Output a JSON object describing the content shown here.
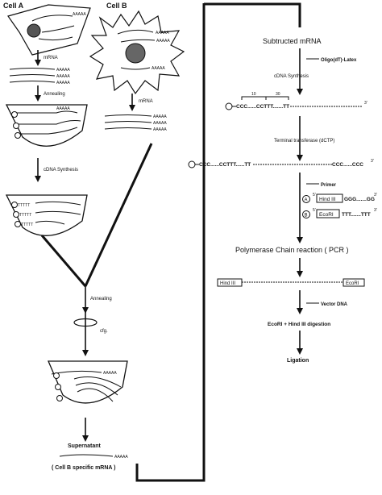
{
  "left": {
    "cell_a": "Cell A",
    "cell_b": "Cell B",
    "mrna_a": "mRNA",
    "mrna_b": "mRNA",
    "annealing_1": "Annealing",
    "cdna_synthesis": "cDNA Synthesis",
    "annealing_2": "Annealing",
    "cfg": "cfg.",
    "supernatant": "Supernatant",
    "cell_b_specific": "( Cell B specific mRNA )",
    "polyA": "AAAAA",
    "polyT": "TTTTT"
  },
  "right": {
    "subtracted_mrna": "Subtructed mRNA",
    "oligo_latex": "Oligo(dT)-Latex",
    "cdna_synthesis": "cDNA Synthesis",
    "num_10": "10",
    "num_30": "30",
    "seq_1": "CCC......CCTTT.......TT",
    "prime_3a": "3'",
    "terminal_transferase": "Terminal transferase (dCTP)",
    "seq_2_left": "CCC......CCTTT......TT",
    "seq_2_right": "CCC......CCC",
    "prime_3b": "3'",
    "primer": "Primer",
    "primer_a_mark": "A",
    "primer_a_5": "5'",
    "hind3": "Hind III",
    "primer_a_seq": "GGG.......GG",
    "primer_a_3": "3'",
    "primer_b_mark": "B",
    "primer_b_5": "5'",
    "ecori": "EcoRI",
    "primer_b_seq": "TTT.......TTT",
    "primer_b_3": "3'",
    "pcr": "Polymerase Chain reaction ( PCR )",
    "hind3_box": "Hind III",
    "ecori_box": "EcoRI",
    "vector_dna": "Vector DNA",
    "digestion": "EcoRI + Hind III digestion",
    "ligation": "Ligation"
  }
}
